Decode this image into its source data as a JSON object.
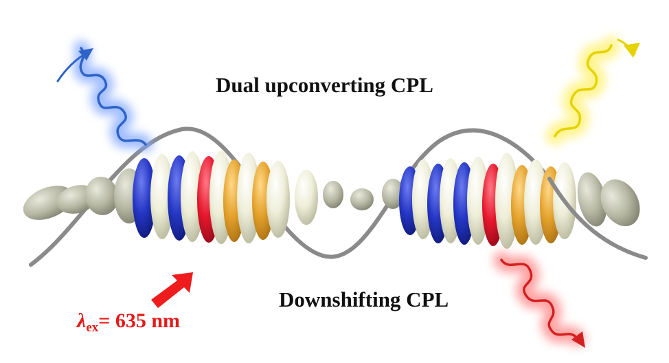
{
  "labels": {
    "upconverting": "Dual upconverting CPL",
    "downshifting": "Downshifting CPL",
    "excitation_symbol": "λ",
    "excitation_subscript": "ex",
    "excitation_value": "= 635 nm"
  },
  "colors": {
    "blue_disc": "#1f2fbf",
    "red_disc": "#e0182e",
    "orange_disc": "#e0a02a",
    "cream_disc": "#ecebd6",
    "gray_disc": "#b9bba6",
    "helix": "#8e8e8e",
    "arrow_red": "#ee1c1c",
    "blue_wave": "#2e63c8",
    "yellow_wave": "#f2e200",
    "red_wave": "#e12a2a",
    "excitation_text": "#e41a1a"
  }
}
